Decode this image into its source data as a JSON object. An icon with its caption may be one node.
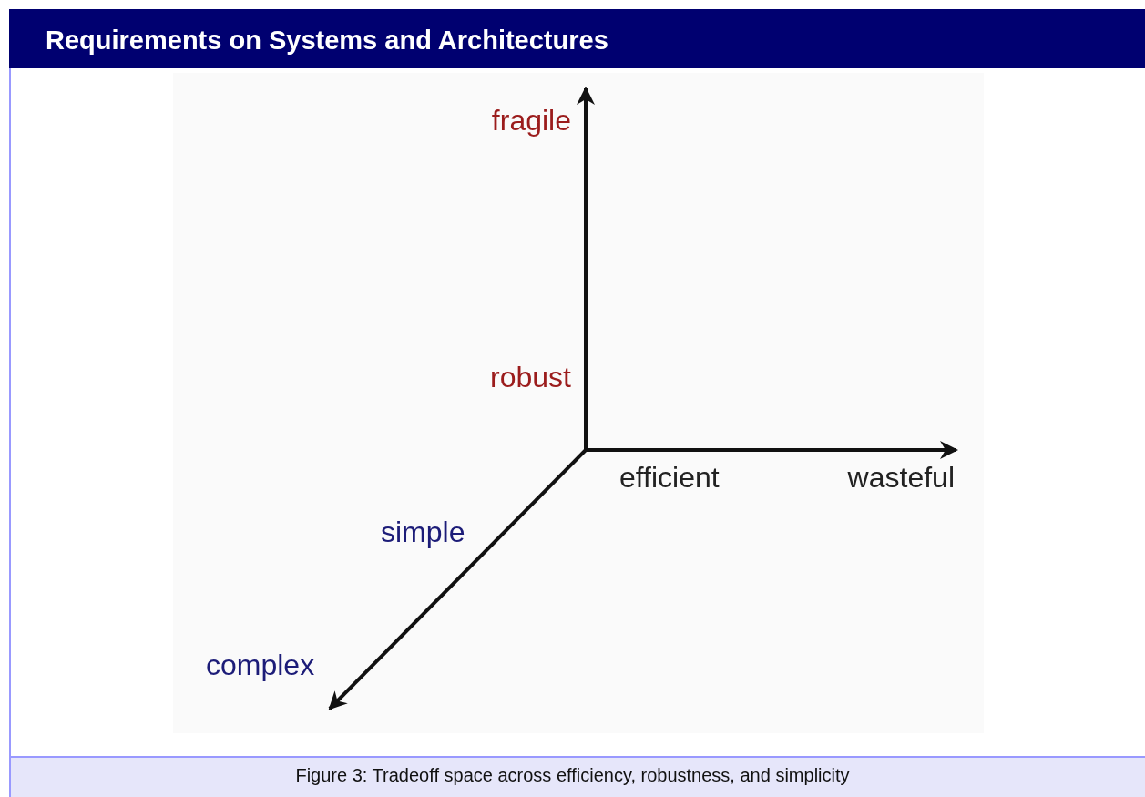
{
  "diagram": {
    "title": "Requirements on Systems and Architectures",
    "caption": "Figure 3: Tradeoff space across efficiency, robustness, and simplicity",
    "labels": [
      "fragile",
      "robust",
      "efficient",
      "wasteful",
      "simple",
      "complex"
    ]
  }
}
